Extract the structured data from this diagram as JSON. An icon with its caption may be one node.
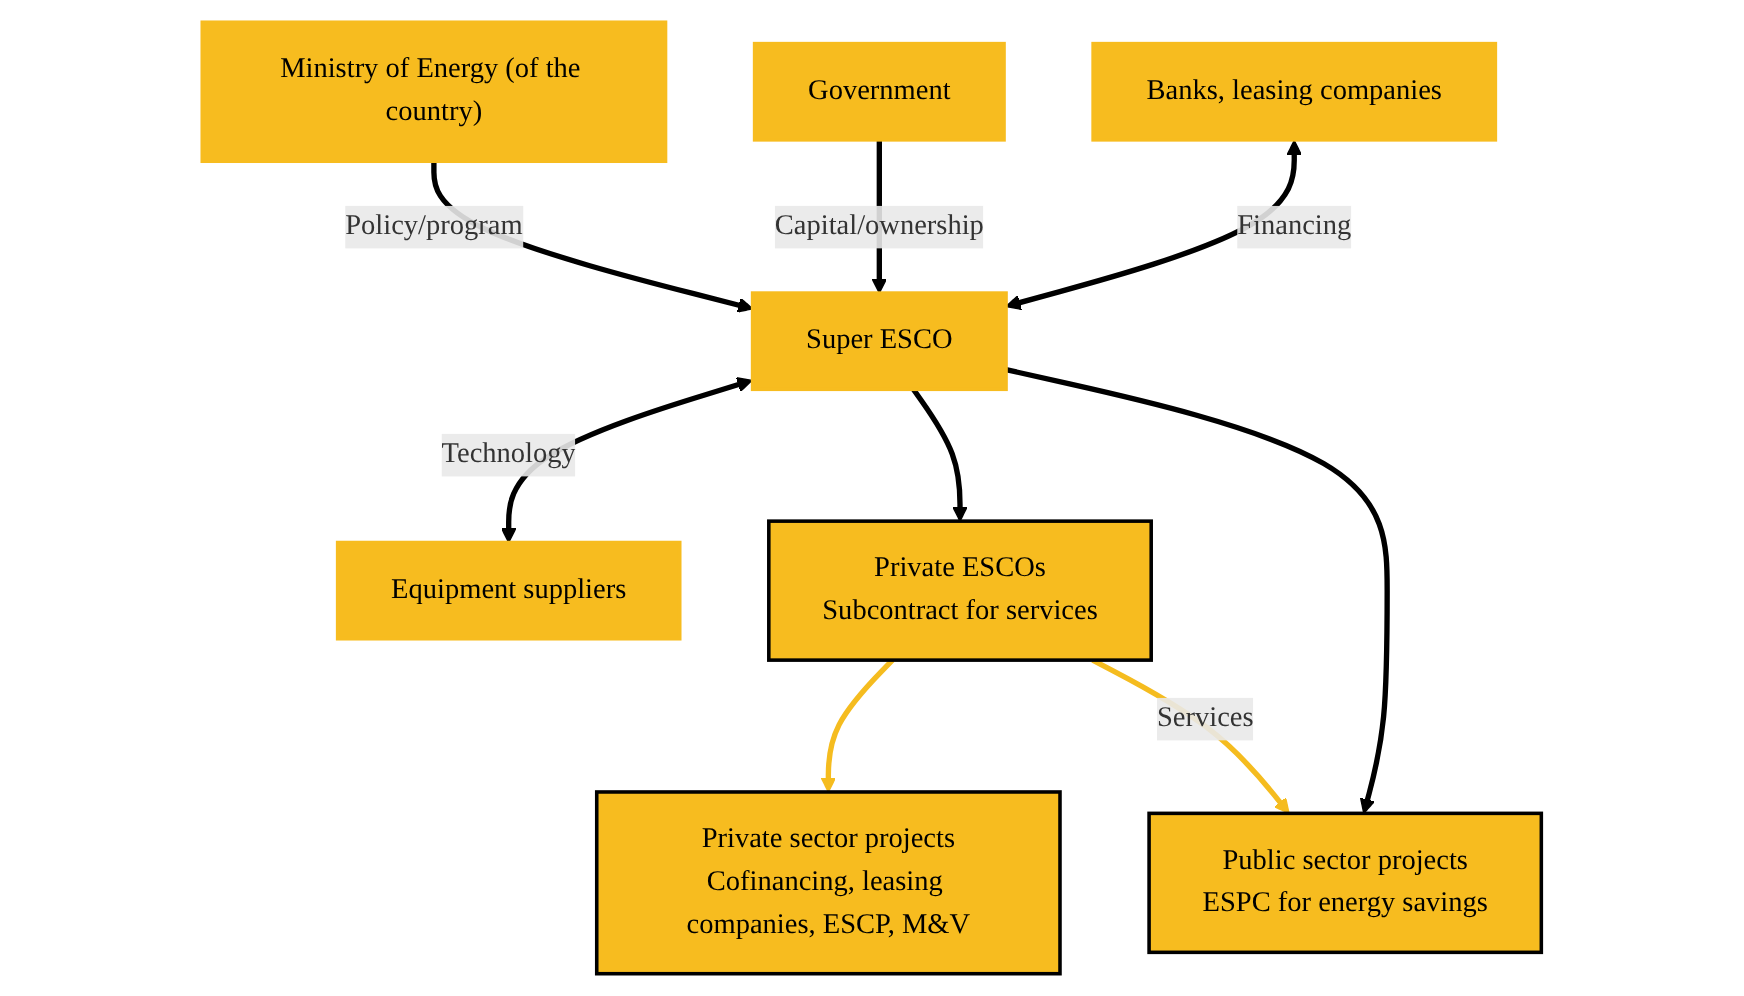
{
  "diagram": {
    "nodes": [
      {
        "text": [
          "Ministry of Energy (of the country)"
        ]
      },
      {
        "text": [
          "Government"
        ]
      },
      {
        "text": [
          "Banks, leasing companies"
        ]
      },
      {
        "text": [
          "Super ESCO"
        ]
      },
      {
        "text": [
          "Equipment suppliers"
        ]
      },
      {
        "text": [
          "Private sector projects",
          "Cofinancing, leasing companies, ESCP, M&V"
        ]
      },
      {
        "text": [
          "Private ESCOs",
          "Subcontract for services"
        ]
      },
      {
        "text": [
          "Public sector projects",
          "ESPC for energy savings"
        ]
      }
    ],
    "edges": [
      {
        "from": 0,
        "to": 3,
        "arrow": "to",
        "label": "Policy/program"
      },
      {
        "from": 1,
        "to": 3,
        "arrow": "to",
        "label": "Capital/ownership"
      },
      {
        "from": 2,
        "to": 3,
        "arrow": "both",
        "label": "Financing"
      },
      {
        "from": 3,
        "to": 4,
        "arrow": "both",
        "label": "Technology"
      },
      {
        "from": 3,
        "to": 6,
        "arrow": "to"
      },
      {
        "from": 3,
        "to": 7,
        "arrow": "to"
      },
      {
        "from": 6,
        "to": 5,
        "arrow": "to",
        "color": "#f5bc1f"
      },
      {
        "from": 6,
        "to": 7,
        "arrow": "to",
        "label": "Services",
        "color": "#f5bc1f"
      }
    ]
  }
}
